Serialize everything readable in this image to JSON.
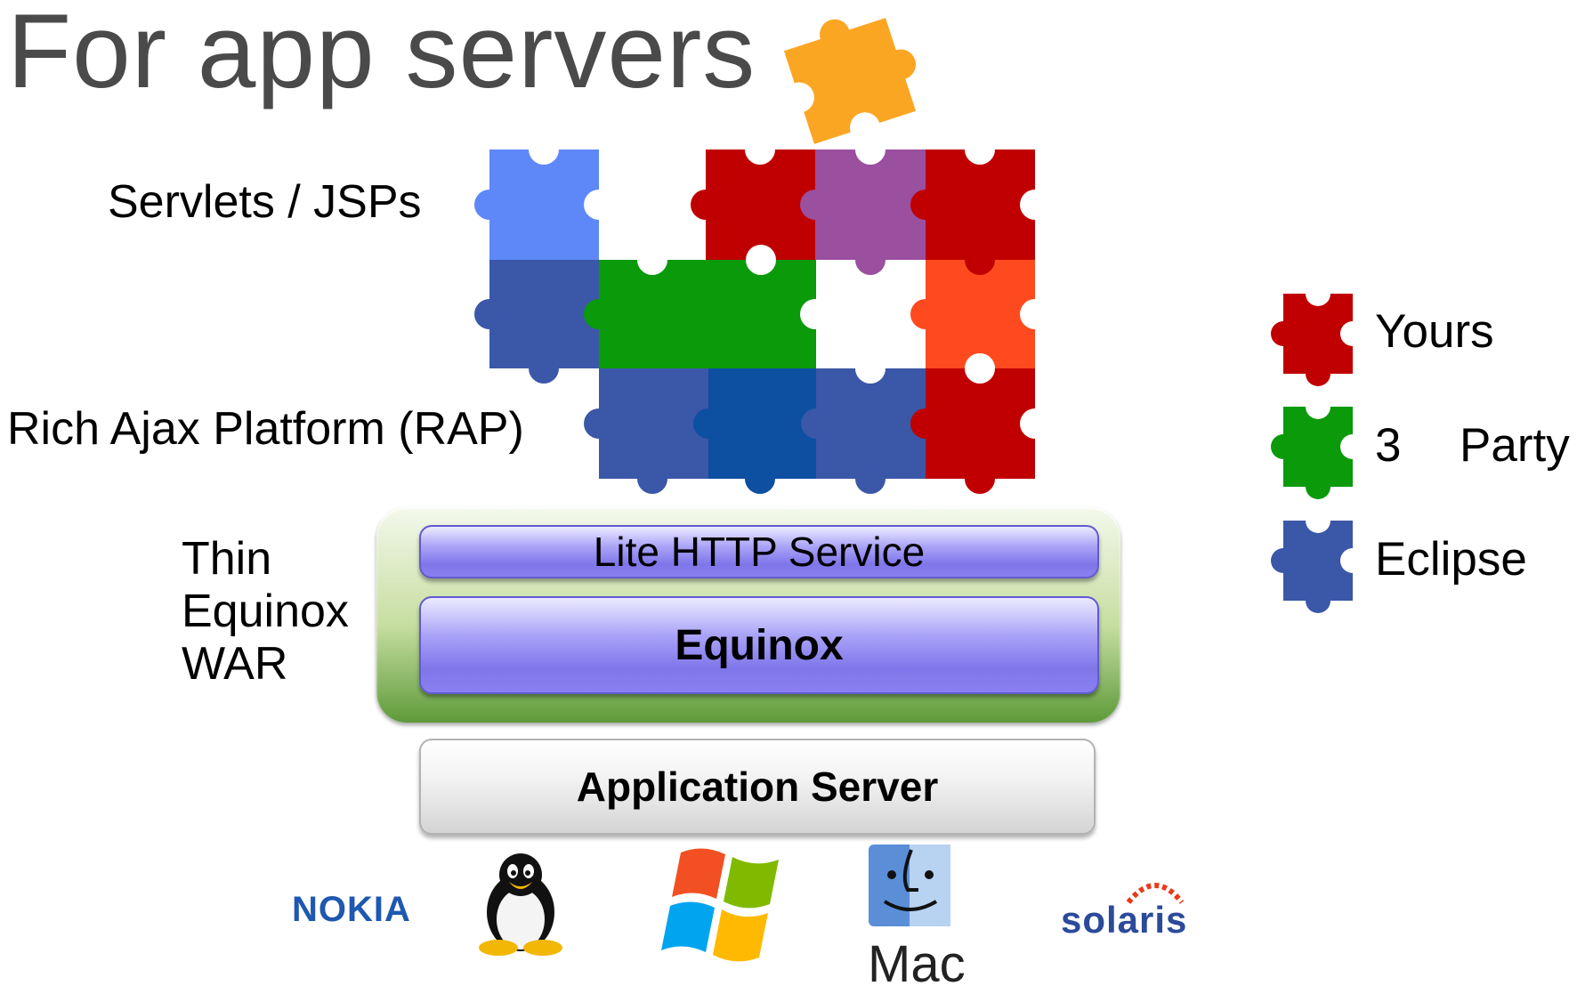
{
  "title": "For app servers",
  "labels": {
    "servlets": "Servlets / JSPs",
    "rap": "Rich Ajax Platform (RAP)",
    "thin": "Thin",
    "equinox_word": "Equinox",
    "war": "WAR"
  },
  "stack": {
    "http": "Lite HTTP Service",
    "equinox": "Equinox",
    "app_server": "Application Server"
  },
  "legend": [
    {
      "label": "Yours",
      "color": "#c00000"
    },
    {
      "label": "3",
      "label_suffix": "Party",
      "color": "#0a9a0a"
    },
    {
      "label": "Eclipse",
      "color": "#3b57a8"
    }
  ],
  "platforms": {
    "nokia": "NOKIA",
    "mac": "Mac",
    "solaris": "solaris"
  },
  "colors": {
    "red": "#c00000",
    "purple": "#9b4f9f",
    "lightblue": "#5e88f8",
    "eclipse": "#3b57a8",
    "darkblue": "#0d4fa0",
    "green": "#0a9a0a",
    "orange": "#ff4a1f",
    "yellow": "#fba623"
  }
}
